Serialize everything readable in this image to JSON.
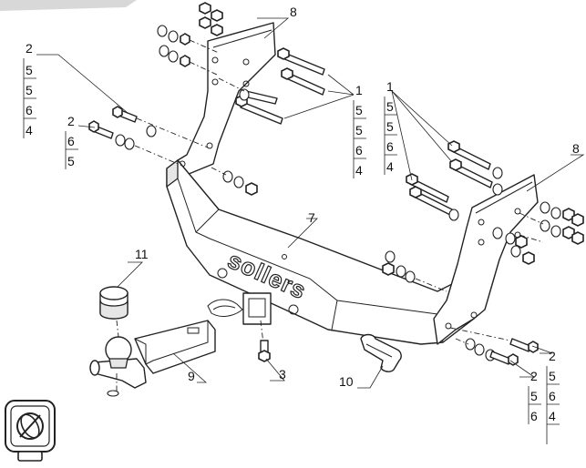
{
  "brand": {
    "logo_text": "sollers"
  },
  "callouts": {
    "left_bolt_stack_a": [
      "2",
      "5",
      "5",
      "6",
      "4"
    ],
    "left_bolt_stack_b": [
      "2",
      "6",
      "5"
    ],
    "center_bolts_label": "1",
    "center_bolts_stack": [
      "5",
      "5",
      "6",
      "4"
    ],
    "right_bolts_label": "1",
    "right_bolts_stack": [
      "5",
      "5",
      "6",
      "4"
    ],
    "bracket_left": "8",
    "bracket_right": "8",
    "crossbar": "7",
    "ball_cover": "11",
    "ball_mount": "9",
    "hitch_bolt": "3",
    "hitch_pin": "10",
    "bottom_right_stack_a": [
      "2",
      "5",
      "6"
    ],
    "bottom_right_stack_b": [
      "2",
      "5",
      "6",
      "4"
    ]
  }
}
